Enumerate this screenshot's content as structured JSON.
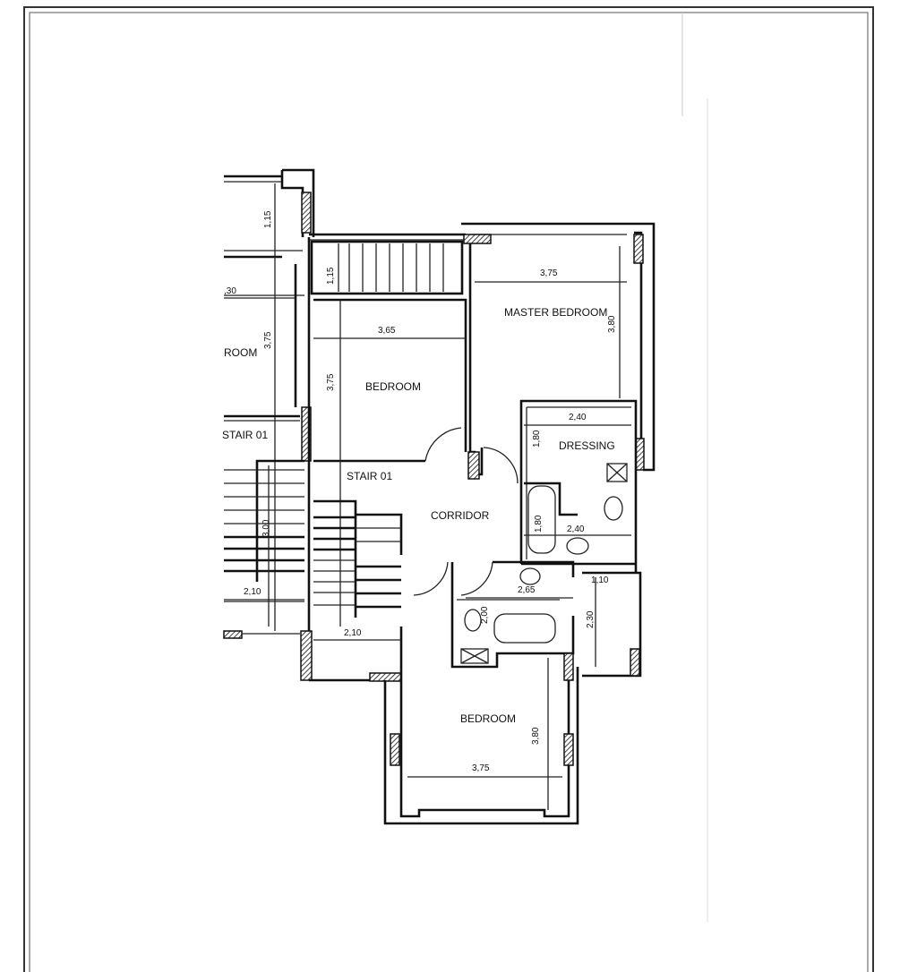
{
  "plan": {
    "rooms": {
      "master_bedroom": "MASTER BEDROOM",
      "bedroom_1": "BEDROOM",
      "bedroom_2": "BEDROOM",
      "dressing": "DRESSING",
      "corridor": "CORRIDOR",
      "stair_1": "STAIR 01",
      "stair_2": "STAIR 01",
      "partial_room": "ROOM"
    },
    "dimensions": {
      "top_left_1": "1,15",
      "balcony": "1,15",
      "left_partial": ",30",
      "left_height": "3,75",
      "bedroom1_width": "3,65",
      "bedroom1_height": "3,75",
      "master_width": "3,75",
      "master_height": "3,80",
      "dressing_width": "2,40",
      "dressing_height": "1,80",
      "bath1_height": "1,80",
      "bath1_width": "2,40",
      "left_stair_height": "3,00",
      "left_stair_width": "2,10",
      "stair_width": "2,10",
      "bath2_width": "2,65",
      "bath2_small": "1,10",
      "bath2_height": "2,00",
      "side_height": "2,30",
      "bedroom2_height": "3,80",
      "bedroom2_width": "3,75"
    }
  }
}
